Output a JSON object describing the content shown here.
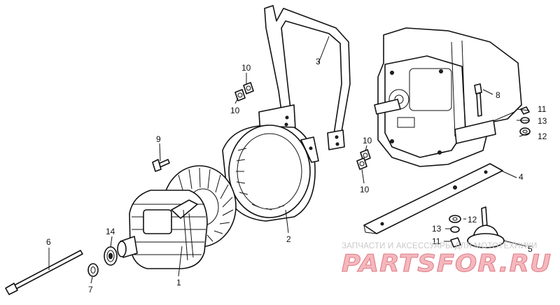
{
  "callouts": {
    "c1": "1",
    "c2": "2",
    "c3": "3",
    "c4": "4",
    "c5": "5",
    "c6": "6",
    "c7": "7",
    "c8": "8",
    "c9": "9",
    "c10a": "10",
    "c10b": "10",
    "c10c": "10",
    "c10d": "10",
    "c11a": "11",
    "c11b": "11",
    "c12a": "12",
    "c12b": "12",
    "c13a": "13",
    "c13b": "13",
    "c14": "14"
  },
  "watermark": {
    "caption": "ЗАПЧАСТИ И АКСЕССУАРЫ ДЛЯ МОТОТЕХНИКИ",
    "logo": "PARTSFOR.RU"
  },
  "colors": {
    "ink": "#111111",
    "watermark_text": "#c9c9c9",
    "logo_fill": "#f4b8bd",
    "logo_stroke": "#e07b86"
  }
}
